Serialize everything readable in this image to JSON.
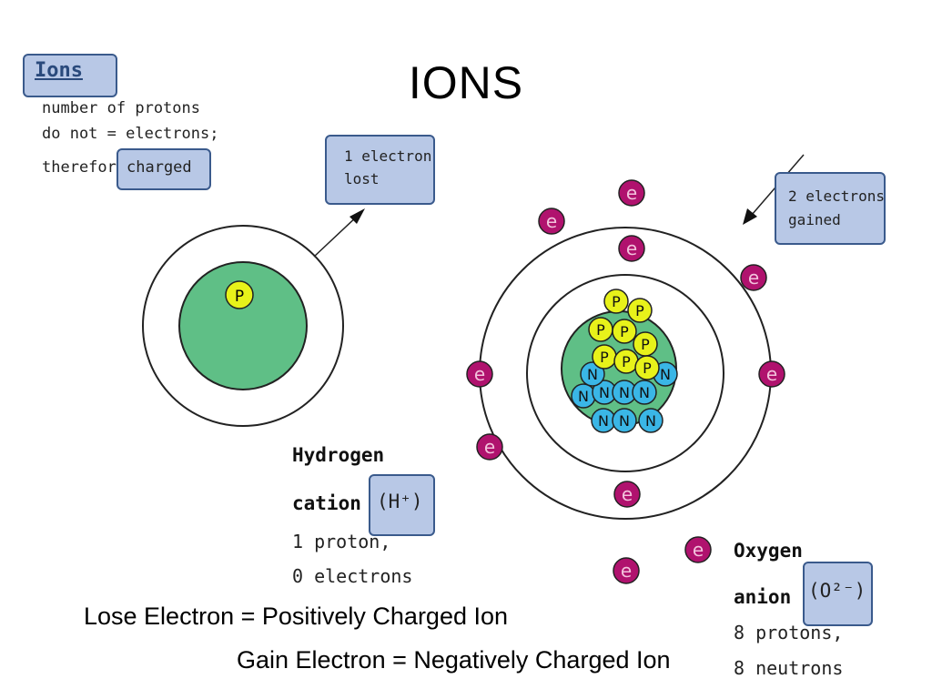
{
  "title": "IONS",
  "ions_box": {
    "heading": "Ions",
    "line1": "number of protons",
    "line2": "do not = electrons;",
    "line3_prefix": "therefore",
    "line3_boxed": "charged"
  },
  "callout_lost": {
    "line1": "1 electron",
    "line2": "lost"
  },
  "callout_gained": {
    "line1": "2 electrons",
    "line2": "gained"
  },
  "hydrogen": {
    "name": "Hydrogen",
    "kind": "cation",
    "symbol": "(H⁺)",
    "protons": "1 proton,",
    "electrons": "0 electrons",
    "proton_label": "P"
  },
  "oxygen": {
    "name": "Oxygen",
    "kind": "anion",
    "symbol": "(O²⁻)",
    "protons": "8 protons,",
    "neutrons": "8 neutrons",
    "electron_label": "e",
    "proton_label": "P",
    "neutron_label": "N"
  },
  "caption_lose": "Lose Electron = Positively Charged Ion",
  "caption_gain": "Gain Electron = Negatively Charged Ion",
  "colors": {
    "nucleus_green": "#5fbf86",
    "proton_yellow": "#e8f21a",
    "neutron_blue": "#3ab6e6",
    "electron_purple": "#b0126e",
    "callout_fill": "#b8c8e6",
    "callout_border": "#3a5a8c"
  }
}
